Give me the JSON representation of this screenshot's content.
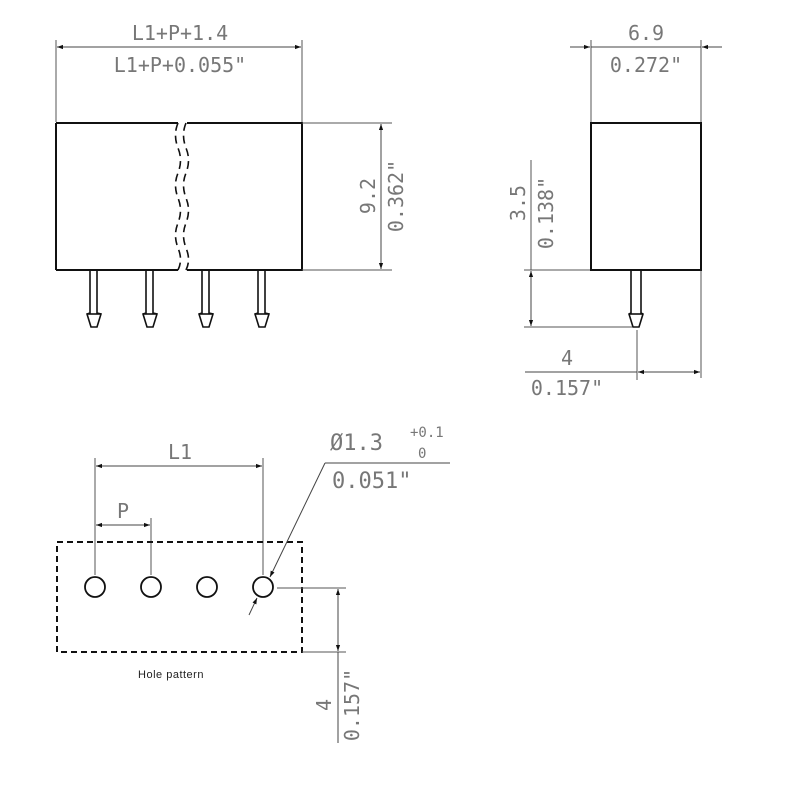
{
  "drawing": {
    "front_view": {
      "width_mm": "L1+P+1.4",
      "width_in": "L1+P+0.055\"",
      "height_mm": "9.2",
      "height_in": "0.362\"",
      "pin_count": 4
    },
    "side_view": {
      "width_mm": "6.9",
      "width_in": "0.272\"",
      "pin_length_mm": "3.5",
      "pin_length_in": "0.138\"",
      "pin_offset_mm": "4",
      "pin_offset_in": "0.157\""
    },
    "hole_pattern": {
      "caption": "Hole pattern",
      "length_label": "L1",
      "pitch_label": "P",
      "diameter_mm": "Ø1.3",
      "tol_upper": "+0.1",
      "tol_lower": "0",
      "diameter_in": "0.051\"",
      "edge_offset_mm": "4",
      "edge_offset_in": "0.157\"",
      "hole_count": 4
    }
  },
  "colors": {
    "line": "#111111",
    "dimension_text": "#777777",
    "background": "#ffffff"
  }
}
